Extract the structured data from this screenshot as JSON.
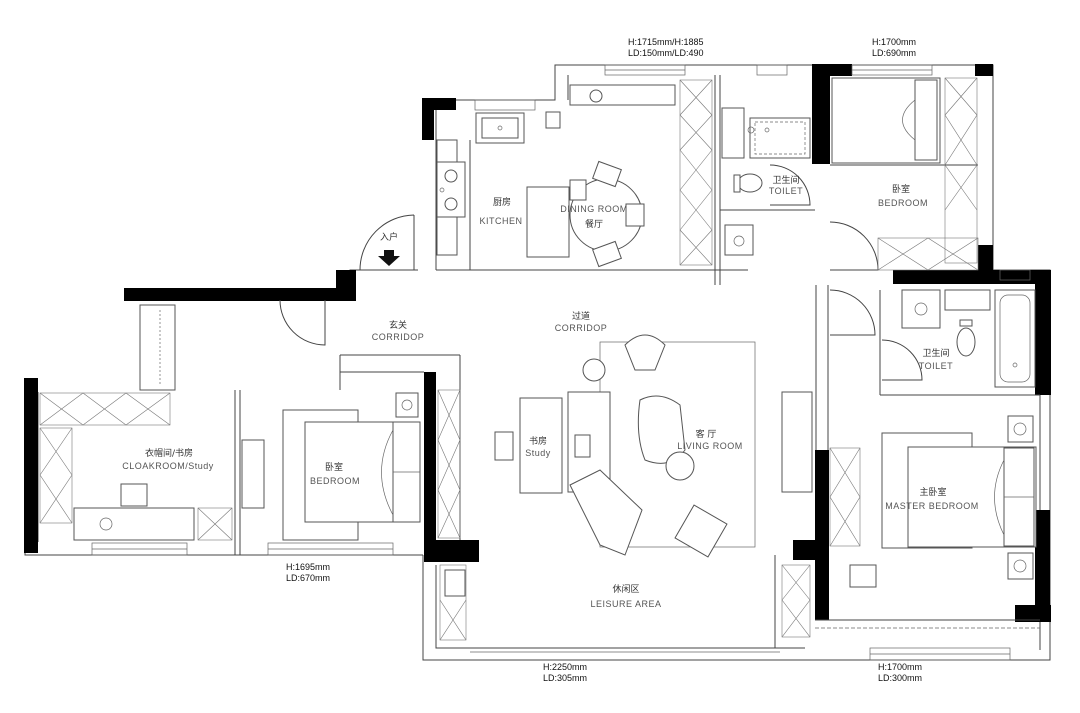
{
  "rooms": {
    "kitchen": {
      "zh": "厨房",
      "en": "KITCHEN"
    },
    "dining": {
      "zh": "餐厅",
      "en": "DINING ROOM"
    },
    "toilet_top": {
      "zh": "卫生间",
      "en": "TOILET"
    },
    "bedroom_top": {
      "zh": "卧室",
      "en": "BEDROOM"
    },
    "entry": {
      "zh": "入户"
    },
    "foyer": {
      "zh": "玄关",
      "en": "CORRIDOP"
    },
    "corridor": {
      "zh": "过道",
      "en": "CORRIDOP"
    },
    "cloakroom": {
      "zh": "衣帽间/书房",
      "en": "CLOAKROOM/Study"
    },
    "bedroom_left": {
      "zh": "卧室",
      "en": "BEDROOM"
    },
    "study": {
      "zh": "书房",
      "en": "Study"
    },
    "living": {
      "zh": "客 厅",
      "en": "LIVING ROOM"
    },
    "toilet_right": {
      "zh": "卫生间",
      "en": "TOILET"
    },
    "master": {
      "zh": "主卧室",
      "en": "MASTER BEDROOM"
    },
    "leisure": {
      "zh": "休闲区",
      "en": "LEISURE AREA"
    }
  },
  "dimensions": {
    "top_center": {
      "line1": "H:1715mm/H:1885",
      "line2": "LD:150mm/LD:490"
    },
    "top_right": {
      "line1": "H:1700mm",
      "line2": "LD:690mm"
    },
    "bottom_left": {
      "line1": "H:1695mm",
      "line2": "LD:670mm"
    },
    "bottom_center": {
      "line1": "H:2250mm",
      "line2": "LD:305mm"
    },
    "bottom_right": {
      "line1": "H:1700mm",
      "line2": "LD:300mm"
    }
  }
}
